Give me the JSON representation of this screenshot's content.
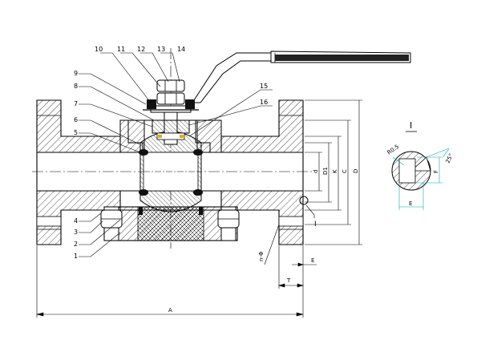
{
  "callouts": [
    "1",
    "2",
    "3",
    "4",
    "5",
    "6",
    "7",
    "8",
    "9",
    "10",
    "11",
    "12",
    "13",
    "14",
    "15",
    "16"
  ],
  "dimensions": {
    "A": "A",
    "T": "T",
    "E": "E",
    "D": "D",
    "C": "C",
    "K": "K",
    "D1": "D1",
    "d": "d",
    "n_d": "n-Φ"
  },
  "detail": {
    "marker": "I",
    "title": "I",
    "radius": "R0.5",
    "angle": "25°",
    "label_e": "E",
    "label_f": "F"
  },
  "colors": {
    "line": "#000000",
    "detail_line": "#00a8c8",
    "seal": "#d8b400"
  }
}
